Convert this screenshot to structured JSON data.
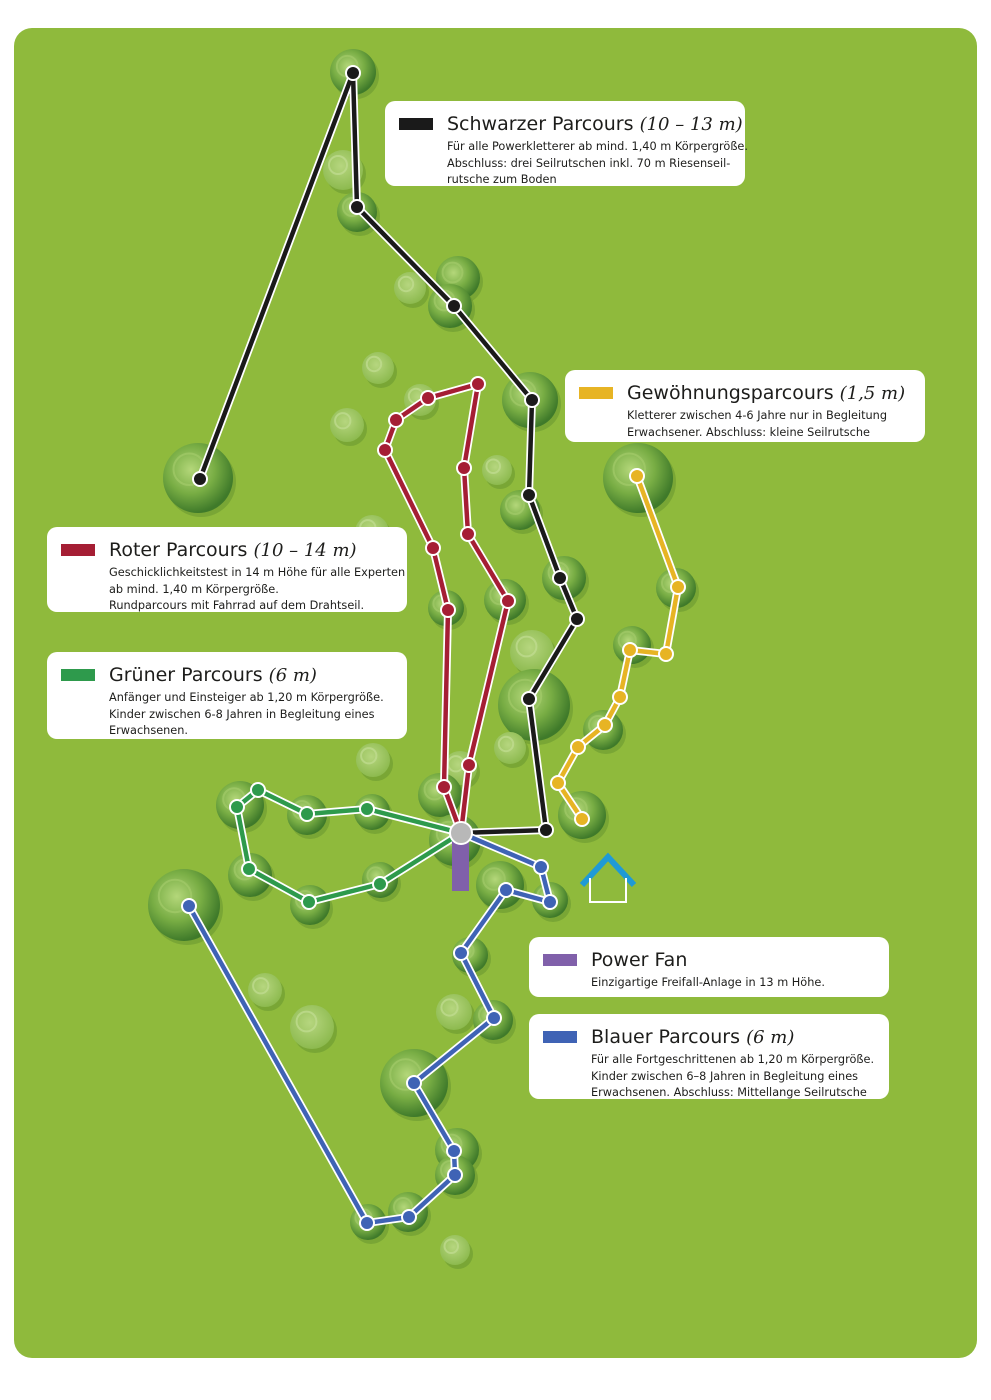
{
  "colors": {
    "background": "#8fba3c",
    "tree_light": "#9cc55e",
    "tree_dark": "#4e8a32",
    "station": "#b8b8b8",
    "house": "#1f9ad6"
  },
  "legend": {
    "schwarz": {
      "name": "Schwarzer Parcours",
      "height": "(10 – 13 m)",
      "color": "#1a1a1a",
      "lines": [
        "Für alle Powerkletterer ab mind. 1,40 m Körpergröße.",
        "Abschluss: drei Seilrutschen inkl. 70 m Riesenseil-",
        "rutsche zum Boden"
      ]
    },
    "gelb": {
      "name": "Gewöhnungsparcours",
      "height": "(1,5 m)",
      "color": "#e7b424",
      "lines": [
        "Kletterer zwischen 4-6 Jahre nur in Begleitung",
        "Erwachsener. Abschluss: kleine Seilrutsche"
      ]
    },
    "rot": {
      "name": "Roter Parcours",
      "height": "(10 – 14 m)",
      "color": "#a51e34",
      "lines": [
        "Geschicklichkeitstest in 14 m Höhe für alle Experten",
        "ab mind. 1,40 m Körpergröße.",
        "Rundparcours mit Fahrrad auf dem Drahtseil."
      ]
    },
    "gruen": {
      "name": "Grüner Parcours",
      "height": "(6 m)",
      "color": "#2e9a4c",
      "lines": [
        "Anfänger und Einsteiger ab 1,20 m Körpergröße.",
        "Kinder zwischen 6-8 Jahren in Begleitung eines",
        "Erwachsenen."
      ]
    },
    "power": {
      "name": "Power Fan",
      "height": "",
      "color": "#8060aa",
      "lines": [
        "Einzigartige Freifall-Anlage in 13 m Höhe."
      ]
    },
    "blau": {
      "name": "Blauer Parcours",
      "height": "(6 m)",
      "color": "#3f63b5",
      "lines": [
        "Für alle Fortgeschrittenen ab 1,20 m Körpergröße.",
        "Kinder zwischen 6–8 Jahren in Begleitung eines",
        "Erwachsenen. Abschluss: Mittellange Seilrutsche"
      ]
    }
  }
}
